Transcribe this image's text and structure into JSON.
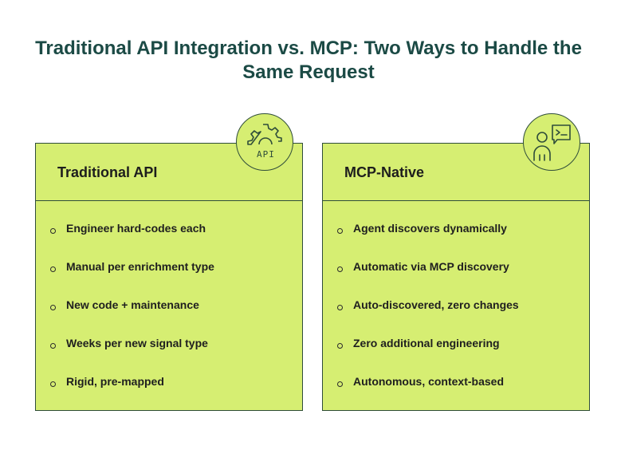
{
  "title": {
    "line1": "Traditional API Integration vs. MCP: Two Ways to Handle the",
    "line2": "Same Request"
  },
  "colors": {
    "title": "#1b4a45",
    "card_fill": "#d6ee72",
    "card_border": "#2f4d3a",
    "text": "#1f1f1f"
  },
  "cards": [
    {
      "title": "Traditional API",
      "icon": "gear-api-icon",
      "icon_label": "API",
      "items": [
        "Engineer hard-codes each",
        "Manual per enrichment type",
        "New code + maintenance",
        "Weeks per new signal type",
        "Rigid, pre-mapped"
      ]
    },
    {
      "title": "MCP-Native",
      "icon": "person-terminal-icon",
      "items": [
        "Agent discovers dynamically",
        "Automatic via MCP discovery",
        "Auto-discovered, zero changes",
        "Zero additional engineering",
        "Autonomous, context-based"
      ]
    }
  ]
}
